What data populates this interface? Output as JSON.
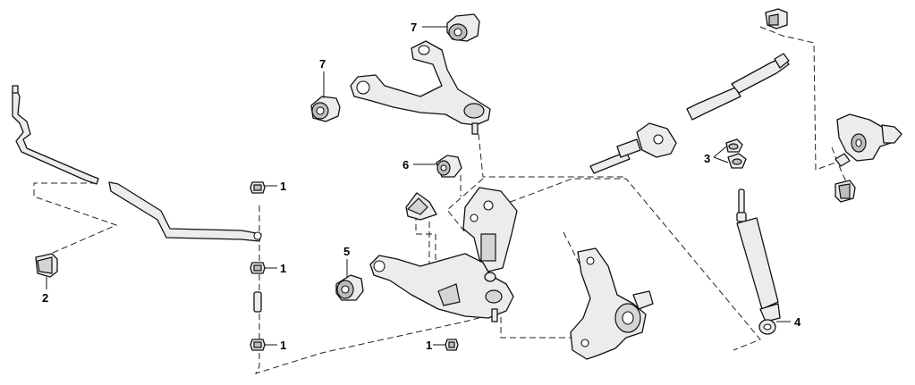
{
  "callouts": {
    "c1a": "1",
    "c1b": "1",
    "c1c": "1",
    "c1d": "1",
    "c2": "2",
    "c3": "3",
    "c4": "4",
    "c5": "5",
    "c6": "6",
    "c7a": "7",
    "c7b": "7"
  }
}
